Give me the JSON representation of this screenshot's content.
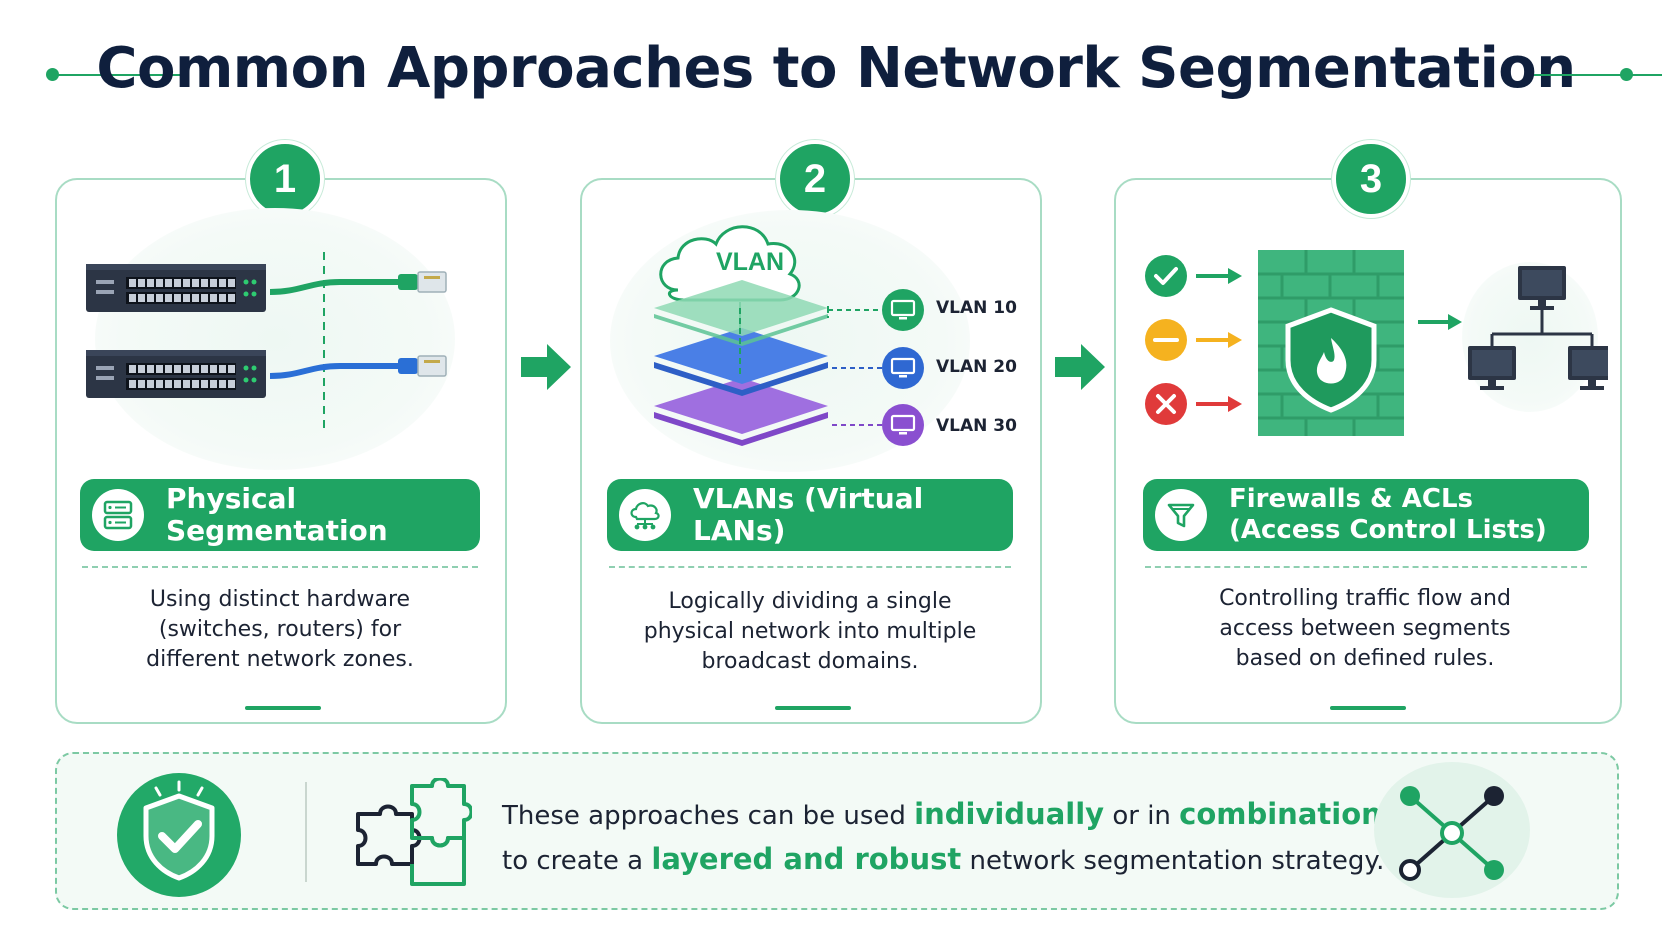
{
  "title": "Common Approaches to Network Segmentation",
  "cards": [
    {
      "number": "1",
      "heading": "Physical Segmentation",
      "description": [
        "Using distinct hardware",
        "(switches, routers) for",
        "different network zones."
      ]
    },
    {
      "number": "2",
      "heading": "VLANs (Virtual LANs)",
      "cloud_label": "VLAN",
      "vlans": [
        "VLAN 10",
        "VLAN 20",
        "VLAN 30"
      ],
      "description": [
        "Logically dividing a single",
        "physical network into multiple",
        "broadcast domains."
      ]
    },
    {
      "number": "3",
      "heading_lines": [
        "Firewalls & ACLs",
        "(Access Control Lists)"
      ],
      "description": [
        "Controlling traffic flow and",
        "access between segments",
        "based on defined rules."
      ]
    }
  ],
  "summary": {
    "line1": {
      "p1": "These approaches can be used ",
      "h1": "individually",
      "p2": " or in ",
      "h2": "combination"
    },
    "line2": {
      "p1": "to create a ",
      "h1": "layered and robust",
      "p2": " network segmentation strategy."
    }
  },
  "colors": {
    "accent": "#1fa463",
    "title": "#0f1f3d",
    "vlan10": "#1fa463",
    "vlan20": "#3b6fd8",
    "vlan30": "#8a4fd0",
    "allow": "#1fa463",
    "warn": "#f5b21f",
    "deny": "#e03a3a"
  },
  "icons": [
    "server-icon",
    "cloud-network-icon",
    "funnel-icon",
    "shield-check-icon",
    "puzzle-icon",
    "network-node-icon",
    "firewall-icon",
    "monitor-icon",
    "ethernet-cable-icon",
    "network-switch-icon"
  ]
}
